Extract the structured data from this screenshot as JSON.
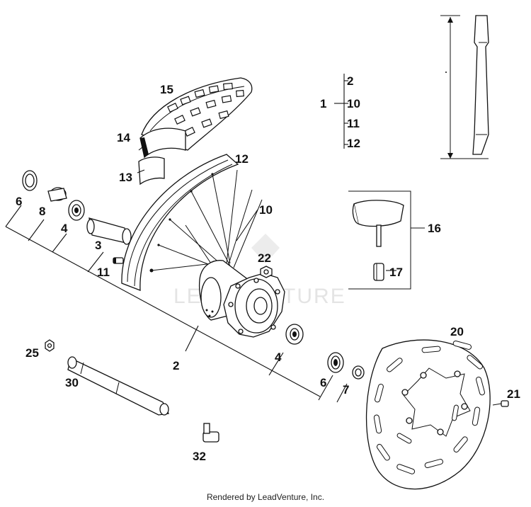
{
  "footer": "Rendered by LeadVenture, Inc.",
  "watermark": "LEADVENTURE",
  "kit": {
    "main": "1",
    "items": [
      "2",
      "10",
      "11",
      "12"
    ]
  },
  "callouts": {
    "c15": "15",
    "c14": "14",
    "c13": "13",
    "c12": "12",
    "c10": "10",
    "c6a": "6",
    "c8": "8",
    "c4a": "4",
    "c3": "3",
    "c11": "11",
    "c22": "22",
    "c2": "2",
    "c4b": "4",
    "c6b": "6",
    "c7": "7",
    "c16": "16",
    "c17": "17",
    "c20": "20",
    "c21": "21",
    "c25": "25",
    "c30": "30",
    "c32": "32"
  }
}
